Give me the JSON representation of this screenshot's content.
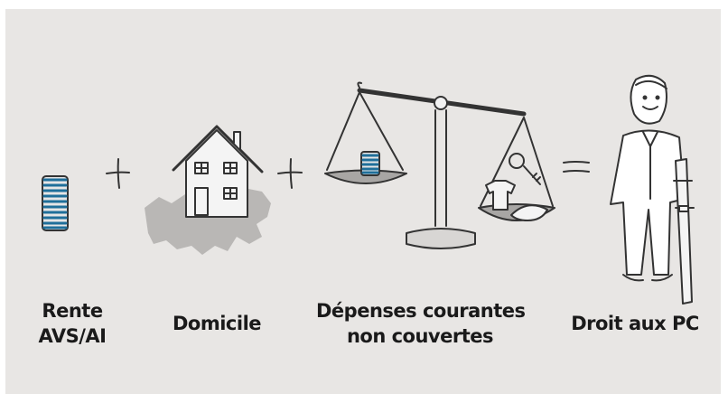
{
  "colors": {
    "background": "#e8e6e4",
    "stroke": "#333333",
    "coin_blue": "#1f6f9a",
    "map_gray": "#b9b7b5",
    "plate_fill": "#a8a6a4"
  },
  "icons": [
    "coin-stack-icon",
    "plus-icon",
    "house-icon",
    "switzerland-map-icon",
    "balance-scale-icon",
    "equals-icon",
    "elderly-person-icon",
    "crutch-icon"
  ],
  "labels": {
    "rente": [
      "Rente",
      "AVS/AI"
    ],
    "domicile": [
      "Domicile"
    ],
    "depenses": [
      "Dépenses courantes",
      "non couvertes"
    ],
    "droit": [
      "Droit aux PC"
    ]
  }
}
